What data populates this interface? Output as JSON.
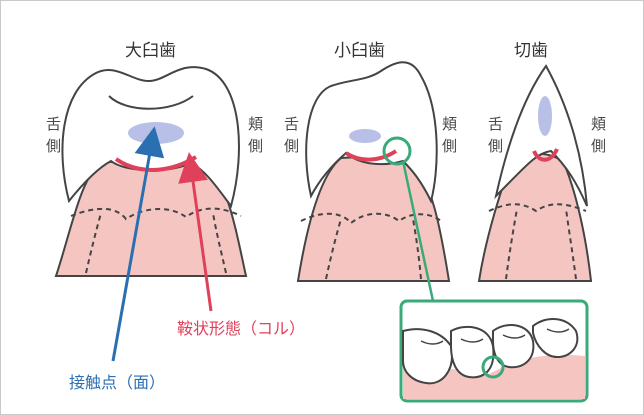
{
  "titles": {
    "molar": "大臼歯",
    "premolar": "小臼歯",
    "incisor": "切歯"
  },
  "side_labels": {
    "lingual": [
      "舌",
      "側"
    ],
    "buccal": [
      "頬",
      "側"
    ]
  },
  "annotations": {
    "col": "鞍状形態（コル）",
    "contact": "接触点（面）"
  },
  "colors": {
    "gum_fill": "#f5c6c1",
    "gum_line": "#e0415a",
    "contact_fill": "#b8c0e8",
    "blue_arrow": "#2b6fb3",
    "red_arrow": "#e0415a",
    "green_highlight": "#3aaa78",
    "outline": "#444444"
  }
}
